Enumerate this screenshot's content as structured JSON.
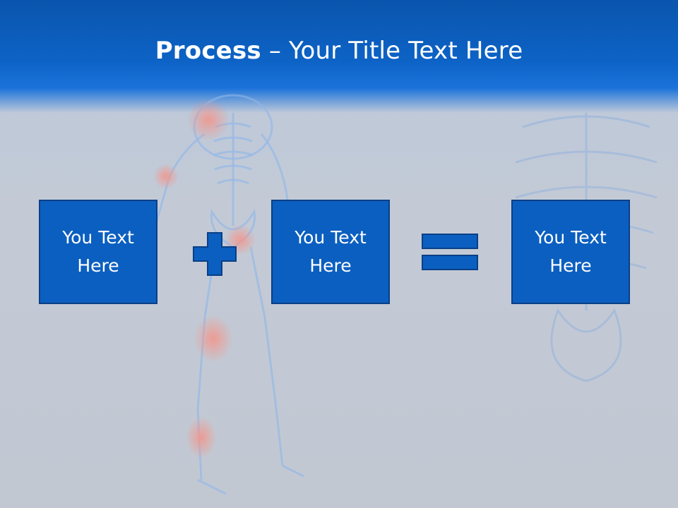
{
  "slide": {
    "title_bold": "Process",
    "title_rest": " – Your Title Text Here"
  },
  "boxes": [
    {
      "text": "You Text Here"
    },
    {
      "text": "You Text Here"
    },
    {
      "text": "You Text Here"
    }
  ],
  "colors": {
    "header_blue": "#0d63c6",
    "box_fill": "#0b5fc0",
    "box_border": "#0a3f86",
    "background": "#c2c8d2"
  },
  "icons": {
    "plus": "plus-icon",
    "equals": "equals-icon"
  }
}
